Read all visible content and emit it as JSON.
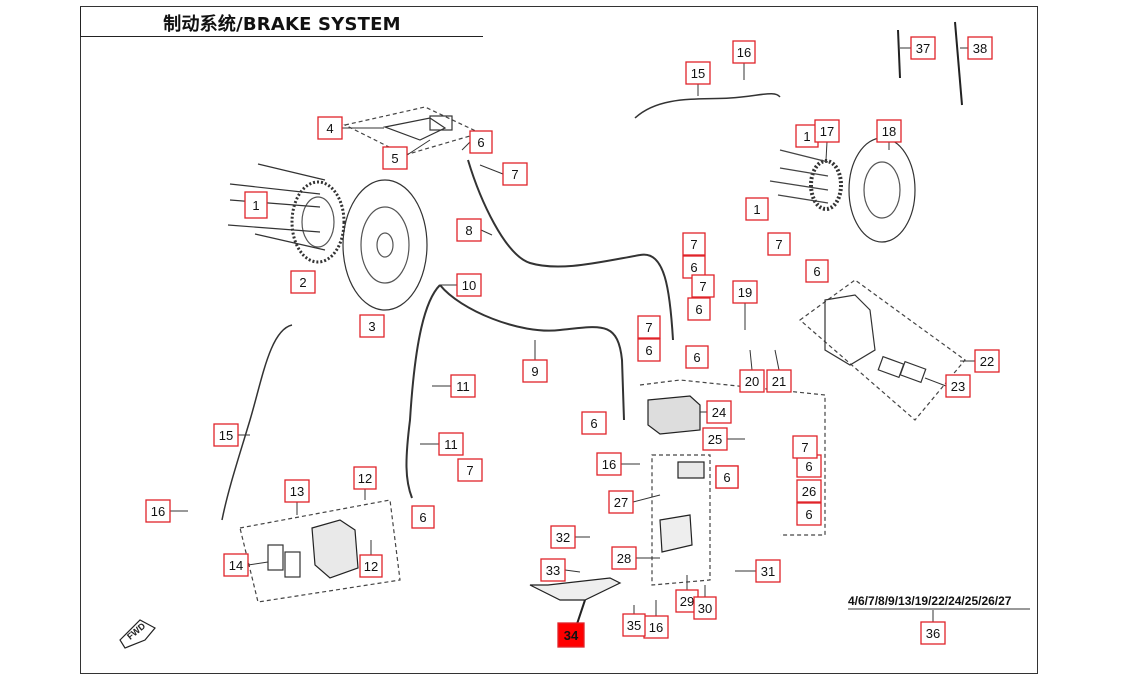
{
  "title": "制动系统/BRAKE SYSTEM",
  "accent_color": "#e0242a",
  "highlight_fill": "#ff0000",
  "callouts": [
    {
      "id": "c1a",
      "label": "1"
    },
    {
      "id": "c1b",
      "label": "1"
    },
    {
      "id": "c1c",
      "label": "1"
    },
    {
      "id": "c2",
      "label": "2"
    },
    {
      "id": "c3",
      "label": "3"
    },
    {
      "id": "c4",
      "label": "4"
    },
    {
      "id": "c5",
      "label": "5"
    },
    {
      "id": "c6a",
      "label": "6"
    },
    {
      "id": "c6b",
      "label": "6"
    },
    {
      "id": "c6c",
      "label": "6"
    },
    {
      "id": "c6d",
      "label": "6"
    },
    {
      "id": "c6e",
      "label": "6"
    },
    {
      "id": "c6f",
      "label": "6"
    },
    {
      "id": "c6g",
      "label": "6"
    },
    {
      "id": "c6h",
      "label": "6"
    },
    {
      "id": "c6i",
      "label": "6"
    },
    {
      "id": "c6j",
      "label": "6"
    },
    {
      "id": "c6k",
      "label": "6"
    },
    {
      "id": "c6l",
      "label": "6"
    },
    {
      "id": "c7a",
      "label": "7"
    },
    {
      "id": "c7b",
      "label": "7"
    },
    {
      "id": "c7c",
      "label": "7"
    },
    {
      "id": "c7d",
      "label": "7"
    },
    {
      "id": "c7e",
      "label": "7"
    },
    {
      "id": "c7f",
      "label": "7"
    },
    {
      "id": "c7g",
      "label": "7"
    },
    {
      "id": "c8",
      "label": "8"
    },
    {
      "id": "c9",
      "label": "9"
    },
    {
      "id": "c10",
      "label": "10"
    },
    {
      "id": "c11a",
      "label": "11"
    },
    {
      "id": "c11b",
      "label": "11"
    },
    {
      "id": "c12a",
      "label": "12"
    },
    {
      "id": "c12b",
      "label": "12"
    },
    {
      "id": "c13",
      "label": "13"
    },
    {
      "id": "c14",
      "label": "14"
    },
    {
      "id": "c15a",
      "label": "15"
    },
    {
      "id": "c15b",
      "label": "15"
    },
    {
      "id": "c16a",
      "label": "16"
    },
    {
      "id": "c16b",
      "label": "16"
    },
    {
      "id": "c16c",
      "label": "16"
    },
    {
      "id": "c16d",
      "label": "16"
    },
    {
      "id": "c17",
      "label": "17"
    },
    {
      "id": "c18",
      "label": "18"
    },
    {
      "id": "c19",
      "label": "19"
    },
    {
      "id": "c20",
      "label": "20"
    },
    {
      "id": "c21",
      "label": "21"
    },
    {
      "id": "c22",
      "label": "22"
    },
    {
      "id": "c23",
      "label": "23"
    },
    {
      "id": "c24",
      "label": "24"
    },
    {
      "id": "c25",
      "label": "25"
    },
    {
      "id": "c26",
      "label": "26"
    },
    {
      "id": "c27",
      "label": "27"
    },
    {
      "id": "c28",
      "label": "28"
    },
    {
      "id": "c29",
      "label": "29"
    },
    {
      "id": "c30",
      "label": "30"
    },
    {
      "id": "c31",
      "label": "31"
    },
    {
      "id": "c32",
      "label": "32"
    },
    {
      "id": "c33",
      "label": "33"
    },
    {
      "id": "c34",
      "label": "34"
    },
    {
      "id": "c35",
      "label": "35"
    },
    {
      "id": "c36",
      "label": "36"
    },
    {
      "id": "c37",
      "label": "37"
    },
    {
      "id": "c38",
      "label": "38"
    }
  ],
  "kit_list": "4/6/7/8/9/13/19/22/24/25/26/27",
  "fwd_label": "FWD"
}
